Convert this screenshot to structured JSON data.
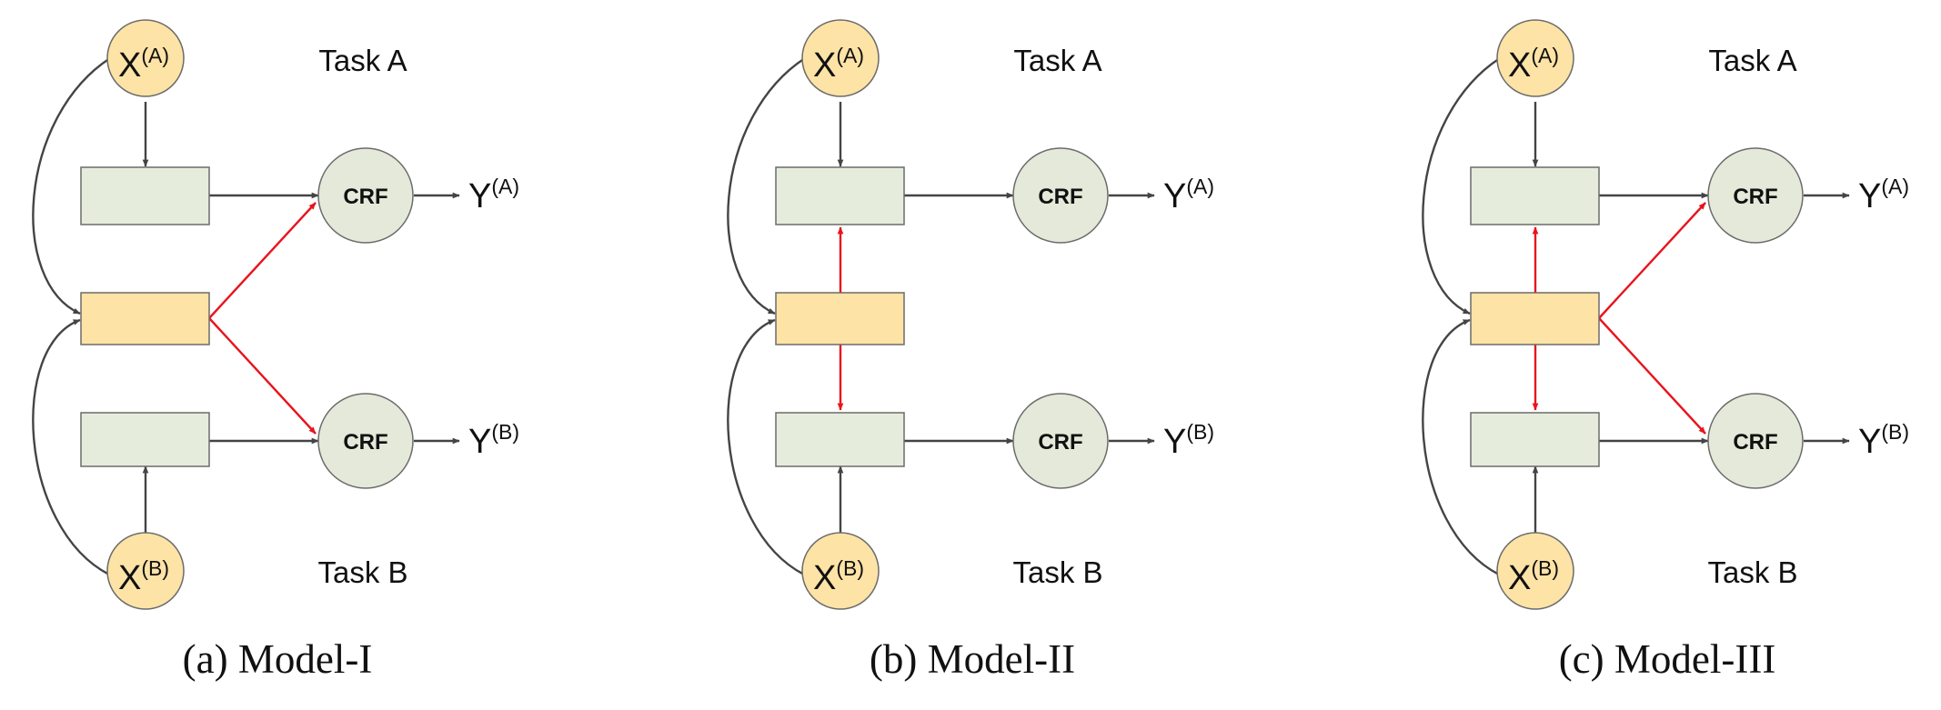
{
  "panels": [
    {
      "caption": "(a) Model-I",
      "task_a_label": "Task A",
      "task_b_label": "Task B",
      "input_a": {
        "base": "X",
        "sup": "(A)"
      },
      "input_b": {
        "base": "X",
        "sup": "(B)"
      },
      "output_a": {
        "base": "Y",
        "sup": "(A)"
      },
      "output_b": {
        "base": "Y",
        "sup": "(B)"
      },
      "crf_label": "CRF",
      "shared_to_crf": true,
      "shared_to_task_layers": false
    },
    {
      "caption": "(b) Model-II",
      "task_a_label": "Task A",
      "task_b_label": "Task B",
      "input_a": {
        "base": "X",
        "sup": "(A)"
      },
      "input_b": {
        "base": "X",
        "sup": "(B)"
      },
      "output_a": {
        "base": "Y",
        "sup": "(A)"
      },
      "output_b": {
        "base": "Y",
        "sup": "(B)"
      },
      "crf_label": "CRF",
      "shared_to_crf": false,
      "shared_to_task_layers": true
    },
    {
      "caption": "(c) Model-III",
      "task_a_label": "Task A",
      "task_b_label": "Task B",
      "input_a": {
        "base": "X",
        "sup": "(A)"
      },
      "input_b": {
        "base": "X",
        "sup": "(B)"
      },
      "output_a": {
        "base": "Y",
        "sup": "(A)"
      },
      "output_b": {
        "base": "Y",
        "sup": "(B)"
      },
      "crf_label": "CRF",
      "shared_to_crf": true,
      "shared_to_task_layers": true
    }
  ],
  "colors": {
    "input_node": "#fde3a6",
    "shared_layer": "#fde3a6",
    "task_layer": "#e6ecdc",
    "crf_node": "#e4e9d9",
    "edge": "#444444",
    "shared_edge": "#e8141d"
  }
}
